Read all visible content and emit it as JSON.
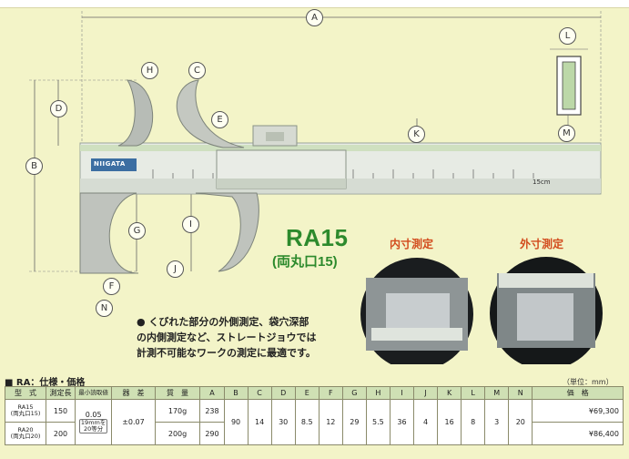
{
  "drawing": {
    "logo": "NIIGATA",
    "scale_end": "15cm",
    "dims": {
      "A": "A",
      "B": "B",
      "C": "C",
      "D": "D",
      "E": "E",
      "F": "F",
      "G": "G",
      "H": "H",
      "I": "I",
      "J": "J",
      "K": "K",
      "L": "L",
      "M": "M",
      "N": "N"
    }
  },
  "product": {
    "model": "RA15",
    "subtitle": "(両丸口15)"
  },
  "photos": {
    "inside": "内寸測定",
    "outside": "外寸測定"
  },
  "note": {
    "line1": "● くびれた部分の外側測定、袋穴深部",
    "line2": "の内側測定など、ストレートジョウでは",
    "line3": "計測不可能なワークの測定に最適です。"
  },
  "spec": {
    "heading": "■ RA：仕様・価格",
    "unit": "（単位：mm）",
    "headers": [
      "型　式",
      "測定長",
      "最小読取値",
      "器　差",
      "質　量",
      "A",
      "B",
      "C",
      "D",
      "E",
      "F",
      "G",
      "H",
      "I",
      "J",
      "K",
      "L",
      "M",
      "N",
      "価　格"
    ],
    "min_reading": "0.05",
    "vernier_line1": "19mmを",
    "vernier_line2": "20等分",
    "tolerance": "±0.07",
    "common": {
      "B": "90",
      "C": "14",
      "D": "30",
      "E": "8.5",
      "F": "12",
      "G": "29",
      "H": "5.5",
      "I": "36",
      "J": "4",
      "K": "16",
      "L": "8",
      "M": "3",
      "N": "20"
    },
    "rows": [
      {
        "model": "RA15",
        "model_sub": "(両丸口15)",
        "range": "150",
        "mass": "170g",
        "A": "238",
        "price": "¥69,300"
      },
      {
        "model": "RA20",
        "model_sub": "(両丸口20)",
        "range": "200",
        "mass": "200g",
        "A": "290",
        "price": "¥86,400"
      }
    ]
  }
}
